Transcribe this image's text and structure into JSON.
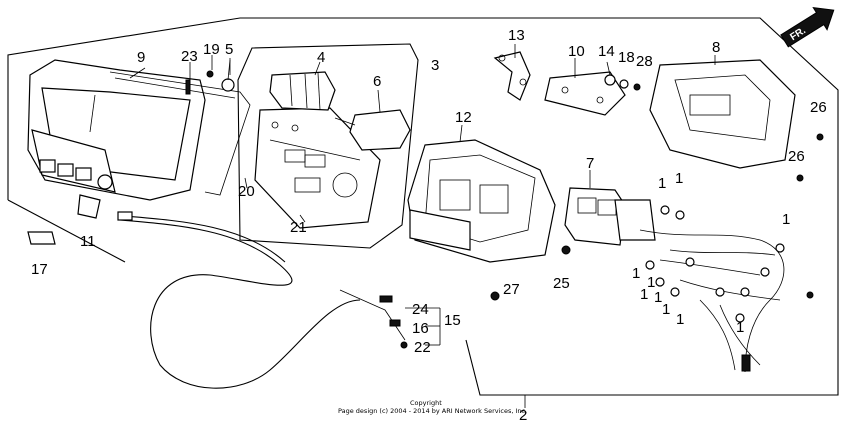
{
  "diagram": {
    "direction_badge": "FR.",
    "callouts": {
      "c1": "1",
      "c2": "2",
      "c3": "3",
      "c4": "4",
      "c5": "5",
      "c6": "6",
      "c7": "7",
      "c8": "8",
      "c9": "9",
      "c10": "10",
      "c11": "11",
      "c12": "12",
      "c13": "13",
      "c14": "14",
      "c15": "15",
      "c16": "16",
      "c17": "17",
      "c18": "18",
      "c19": "19",
      "c20": "20",
      "c21": "21",
      "c22": "22",
      "c23": "23",
      "c24": "24",
      "c25": "25",
      "c26": "26",
      "c27": "27",
      "c28": "28"
    },
    "copyright_line1": "Copyright",
    "copyright_line2": "Page design (c) 2004 - 2014 by ARI Network Services, Inc."
  }
}
